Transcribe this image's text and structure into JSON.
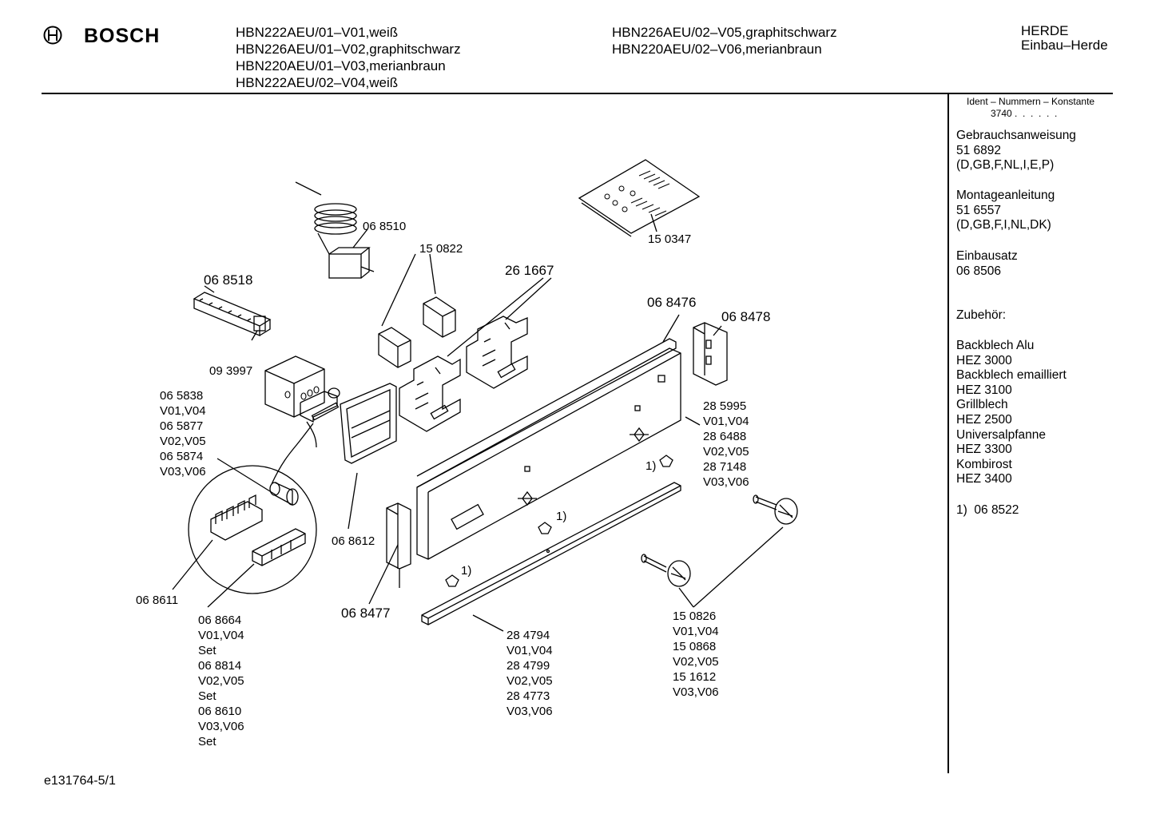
{
  "header": {
    "brand": "BOSCH",
    "models_col1": [
      "HBN222AEU/01–V01,weiß",
      "HBN226AEU/01–V02,graphitschwarz",
      "HBN220AEU/01–V03,merianbraun",
      "HBN222AEU/02–V04,weiß"
    ],
    "models_col2": [
      "HBN226AEU/02–V05,graphitschwarz",
      "HBN220AEU/02–V06,merianbraun"
    ],
    "category": [
      "HERDE",
      "Einbau–Herde"
    ]
  },
  "sidebar": {
    "ident_title": "Ident – Nummern – Konstante",
    "ident_value": "3740 .  .  .  .  .  .",
    "blocks": [
      [
        "Gebrauchsanweisung",
        "51 6892",
        "(D,GB,F,NL,I,E,P)"
      ],
      [
        "Montageanleitung",
        "51 6557",
        "(D,GB,F,I,NL,DK)"
      ],
      [
        "Einbausatz",
        "06 8506"
      ],
      [
        "Zubehör:"
      ],
      [
        "Backblech Alu",
        "HEZ 3000",
        "Backblech emailliert",
        "HEZ 3100",
        "Grillblech",
        "HEZ 2500",
        "Universalpfanne",
        "HEZ 3300",
        "Kombirost",
        "HEZ 3400"
      ],
      [
        "1)  06 8522"
      ]
    ]
  },
  "parts": {
    "p068510": "06 8510",
    "p150822": "15 0822",
    "p261667": "26 1667",
    "p150347": "15 0347",
    "p068518": "06 8518",
    "p068476": "06 8476",
    "p068478": "06 8478",
    "p093997": "09 3997",
    "group_knobs": [
      "06 5838",
      "V01,V04",
      "06 5877",
      "V02,V05",
      "06 5874",
      "V03,V06"
    ],
    "group_panel": [
      "28 5995",
      "V01,V04",
      "28 6488",
      "V02,V05",
      "28 7148",
      "V03,V06"
    ],
    "p068612": "06 8612",
    "p068611": "06 8611",
    "p068477": "06 8477",
    "group_buttons": [
      "06 8664",
      "V01,V04",
      "Set",
      "06 8814",
      "V02,V05",
      "Set",
      "06 8610",
      "V03,V06",
      "Set"
    ],
    "group_strip": [
      "28 4794",
      "V01,V04",
      "28 4799",
      "V02,V05",
      "28 4773",
      "V03,V06"
    ],
    "group_rotary": [
      "15 0826",
      "V01,V04",
      "15 0868",
      "V02,V05",
      "15 1612",
      "V03,V06"
    ],
    "note_1": "1)",
    "note_2": "1)",
    "note_3": "1)"
  },
  "footer": {
    "doc_id": "e131764-5/1"
  }
}
